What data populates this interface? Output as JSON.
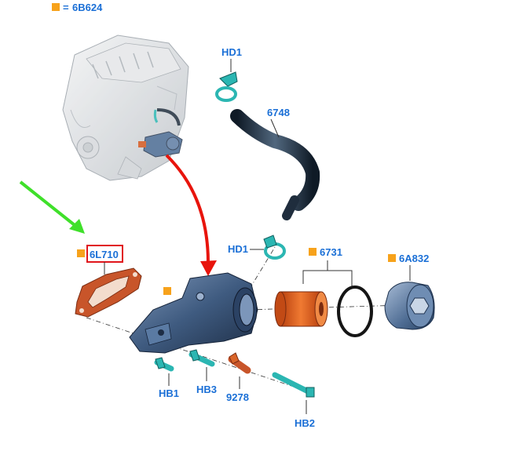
{
  "legend": {
    "marker_color": "#f7a21b",
    "symbol": "=",
    "code": "6B624"
  },
  "callouts": {
    "hd1_top": "HD1",
    "hose": "6748",
    "hd1_mid": "HD1",
    "gasket": "6L710",
    "filter_kit": "6731",
    "filter_cap": "6A832",
    "hb1": "HB1",
    "hb3": "HB3",
    "sensor": "9278",
    "hb2": "HB2"
  },
  "colors": {
    "label": "#1a6fd6",
    "marker": "#f7a21b",
    "highlight_box": "#e0151b",
    "red_arrow": "#e8140c",
    "green_arrow": "#3fe02a",
    "gasket": "#c8552a",
    "filter": "#e0621f",
    "housing": "#3d5a80",
    "clamp": "#2bb6b2",
    "hose": "#1f2d3d"
  }
}
